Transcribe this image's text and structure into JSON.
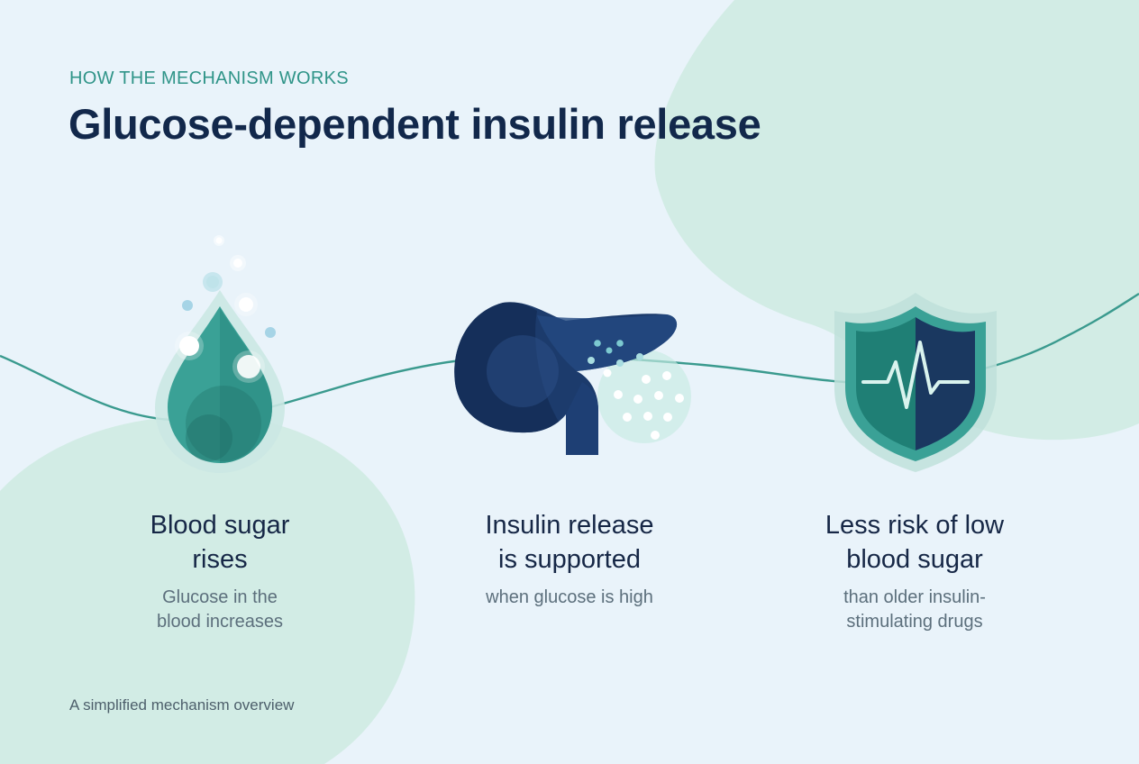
{
  "header": {
    "eyebrow": "HOW THE MECHANISM WORKS",
    "title": "Glucose-dependent insulin release"
  },
  "steps": [
    {
      "title_line1": "Blood sugar",
      "title_line2": "rises",
      "sub_line1": "Glucose in the",
      "sub_line2": "blood increases",
      "icon": "glucose-drop-icon"
    },
    {
      "title_line1": "Insulin release",
      "title_line2": "is supported",
      "sub_line1": "when glucose is high",
      "sub_line2": "",
      "icon": "pancreas-icon"
    },
    {
      "title_line1": "Less risk of low",
      "title_line2": "blood sugar",
      "sub_line1": "than older insulin-",
      "sub_line2": "stimulating drugs",
      "icon": "heartbeat-shield-icon"
    }
  ],
  "footnote": "A simplified mechanism overview",
  "colors": {
    "background": "#e9f3fa",
    "accent_teal": "#2f9488",
    "navy": "#1c3b6c",
    "title": "#12284b"
  }
}
